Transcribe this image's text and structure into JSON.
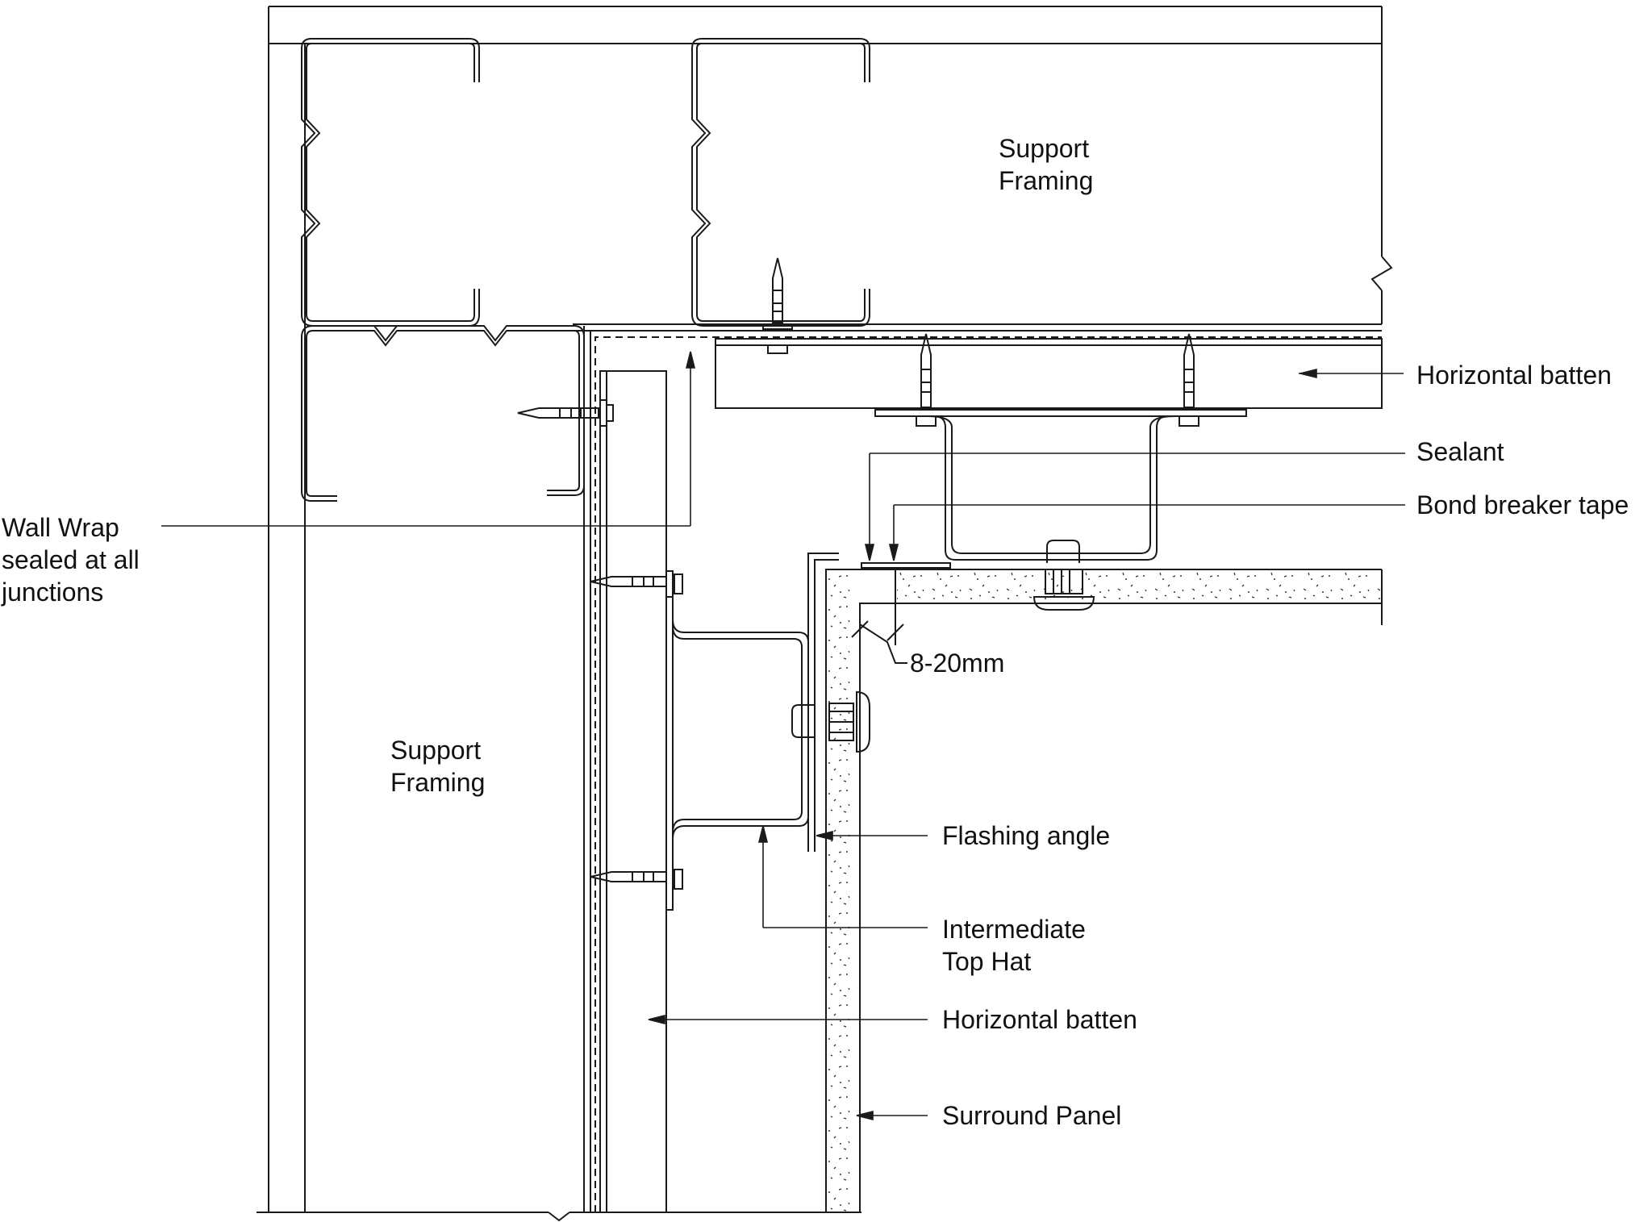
{
  "colors": {
    "line": "#1a1a1a",
    "background": "#ffffff"
  },
  "labels": {
    "support_framing_top": [
      "Support",
      "Framing"
    ],
    "support_framing_left": [
      "Support",
      "Framing"
    ],
    "horizontal_batten_top": "Horizontal batten",
    "sealant": "Sealant",
    "bond_breaker_tape": "Bond breaker tape",
    "wall_wrap": [
      "Wall Wrap",
      "sealed at all",
      "junctions"
    ],
    "gap": "8-20mm",
    "flashing_angle": "Flashing angle",
    "intermediate_top_hat": [
      "Intermediate",
      "Top Hat"
    ],
    "horizontal_batten_side": "Horizontal batten",
    "surround_panel": "Surround Panel"
  }
}
